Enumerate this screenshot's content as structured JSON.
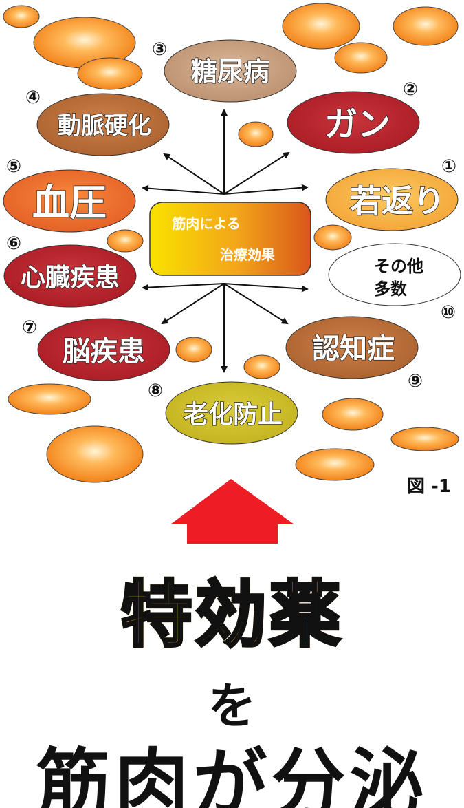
{
  "center": {
    "line1": "筋肉による",
    "line2": "治療効果"
  },
  "effects": [
    {
      "number": "①",
      "label": "若返り"
    },
    {
      "number": "②",
      "label": "ガン"
    },
    {
      "number": "③",
      "label": "糖尿病"
    },
    {
      "number": "④",
      "label": "動脈硬化"
    },
    {
      "number": "⑤",
      "label": "血圧"
    },
    {
      "number": "⑥",
      "label": "心臓疾患"
    },
    {
      "number": "⑦",
      "label": "脳疾患"
    },
    {
      "number": "⑧",
      "label": "老化防止"
    },
    {
      "number": "⑨",
      "label": "認知症"
    },
    {
      "number": "⑩",
      "label": "その他\n多数"
    }
  ],
  "figure_label": "図 -1",
  "hero": {
    "line1": "特効薬",
    "line2": "を",
    "line3": "筋肉が分泌"
  },
  "colors": {
    "orange_bubble": "#f68a1e",
    "red_arrow": "#ee1c25",
    "dark_red": "#b5222b",
    "tan": "#c19a7a",
    "brown": "#b96b34",
    "olive": "#c8ba24"
  }
}
